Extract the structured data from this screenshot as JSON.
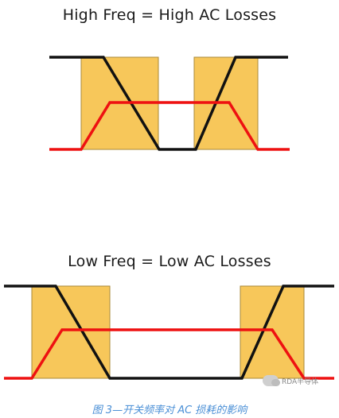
{
  "panels": [
    {
      "title": "High Freq = High AC Losses"
    },
    {
      "title": "Low Freq = Low AC Losses"
    }
  ],
  "colors": {
    "voltage": "#111111",
    "current": "#ee1111",
    "loss_region_fill": "#f7c75a",
    "loss_region_border": "#a88838",
    "caption": "#4a8fd6"
  },
  "caption": "图 3—开关频率对 AC 损耗的影响",
  "watermark": {
    "text": "RDA半导体",
    "icon": "wechat-icon"
  }
}
